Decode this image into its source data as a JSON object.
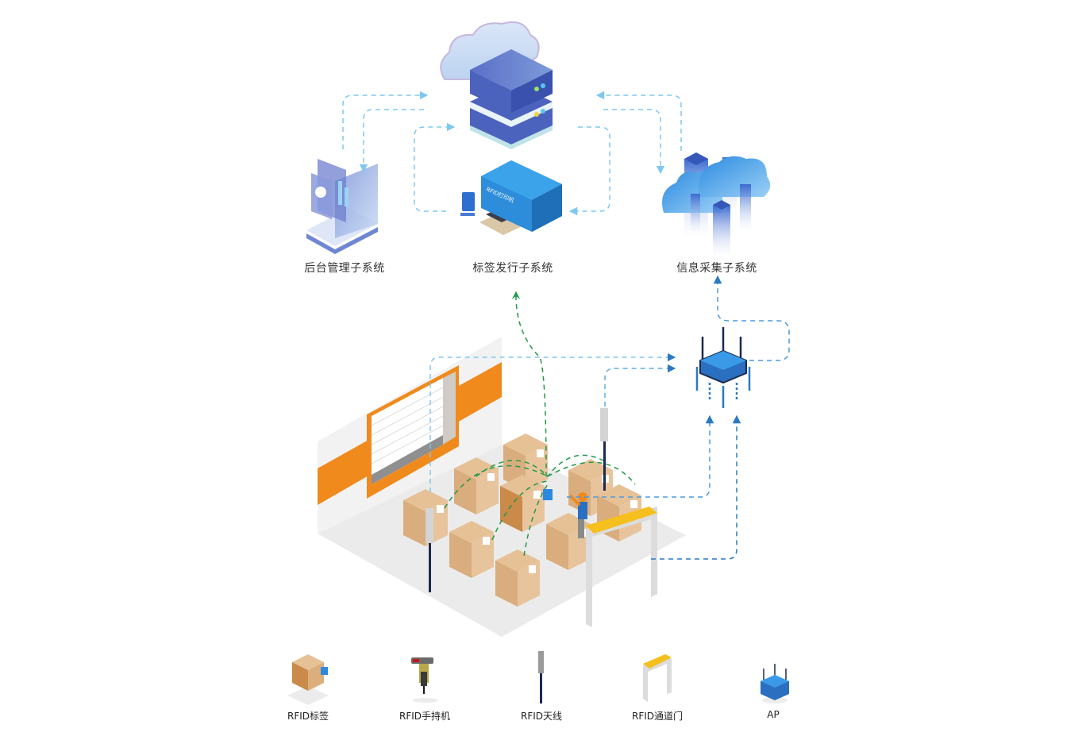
{
  "diagram": {
    "title": "RFID仓储管理系统架构",
    "subsystems": [
      {
        "id": "backend",
        "label": "后台管理子系统",
        "icon": "laptop-dashboard-icon"
      },
      {
        "id": "issuing",
        "label": "标签发行子系统",
        "icon": "rfid-printer-icon",
        "printer_text": "RFID打印机"
      },
      {
        "id": "collection",
        "label": "信息采集子系统",
        "icon": "cloud-data-icon"
      }
    ],
    "center_node": {
      "id": "server",
      "icon": "cloud-server-icon"
    },
    "scene": {
      "id": "warehouse",
      "icon": "warehouse-scene-icon"
    },
    "ap_node": {
      "id": "ap",
      "icon": "wireless-ap-icon"
    },
    "colors": {
      "flow_light": "#7ec8f0",
      "flow_blue": "#2a7ac4",
      "flow_green": "#1f9a4a",
      "orange": "#f08a1c",
      "box": "#dcb287",
      "server": "#4c66c0",
      "gate_top": "#f5bf1e"
    }
  },
  "legend": [
    {
      "label": "RFID标签",
      "icon": "rfid-tag-box-icon"
    },
    {
      "label": "RFID手持机",
      "icon": "rfid-handheld-icon"
    },
    {
      "label": "RFID天线",
      "icon": "rfid-antenna-icon"
    },
    {
      "label": "RFID通道门",
      "icon": "rfid-gate-icon"
    },
    {
      "label": "AP",
      "icon": "wireless-ap-icon"
    }
  ]
}
